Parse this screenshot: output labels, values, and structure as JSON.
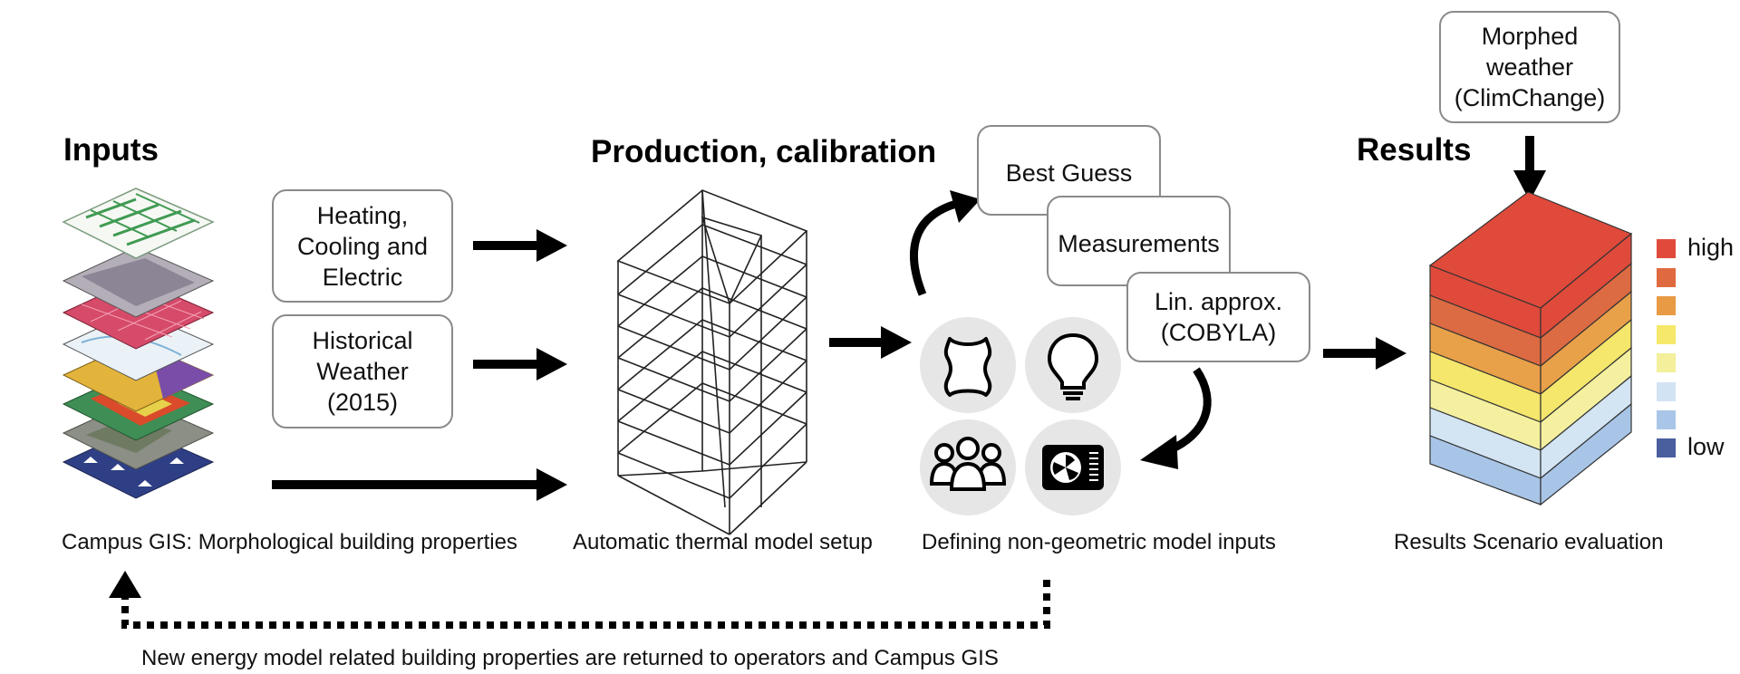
{
  "headings": {
    "inputs": "Inputs",
    "production": "Production, calibration",
    "results": "Results"
  },
  "boxes": {
    "heating": [
      "Heating,",
      "Cooling and",
      "Electric"
    ],
    "weather": [
      "Historical",
      "Weather",
      "(2015)"
    ],
    "best_guess": "Best Guess",
    "measurements": "Measurements",
    "lin_approx": [
      "Lin. approx.",
      "(COBYLA)"
    ],
    "morphed": [
      "Morphed",
      "weather",
      "(ClimChange)"
    ]
  },
  "captions": {
    "gis": "Campus GIS: Morphological building properties",
    "thermal": "Automatic thermal model setup",
    "nongeo": "Defining non-geometric model inputs",
    "results": "Results Scenario evaluation",
    "feedback": "New energy model related building properties are returned to operators and Campus GIS"
  },
  "legend": {
    "high_label": "high",
    "low_label": "low",
    "colors": [
      "#e04a3a",
      "#df6a40",
      "#e99a45",
      "#f5e86a",
      "#f3ef9a",
      "#d2e3f3",
      "#a9c6e8",
      "#4a5f9e"
    ]
  },
  "icons": [
    "leather-icon",
    "lightbulb-icon",
    "people-icon",
    "air-conditioner-icon"
  ],
  "results_block_colors": [
    "#df4a3b",
    "#dc6a42",
    "#e8a049",
    "#f5e66c",
    "#f4f0a0",
    "#d3e4f3",
    "#a8c5e7"
  ]
}
